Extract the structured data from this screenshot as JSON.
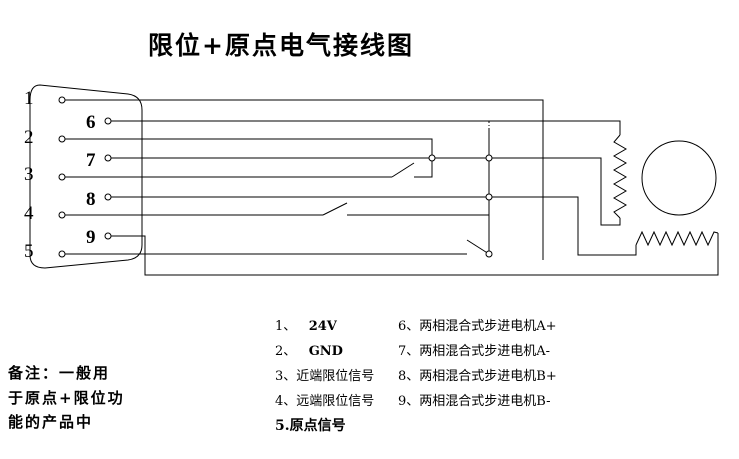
{
  "title": "限位+原点电气接线图",
  "connector": {
    "top_row": [
      "1",
      "2",
      "3",
      "4",
      "5"
    ],
    "bottom_row": [
      "6",
      "7",
      "8",
      "9"
    ]
  },
  "legend": {
    "left": [
      {
        "num": "1、",
        "text": "24V"
      },
      {
        "num": "2、",
        "text": "GND"
      },
      {
        "num": "3、",
        "text": "近端限位信号"
      },
      {
        "num": "4、",
        "text": "远端限位信号"
      },
      {
        "num": "5.",
        "text": "原点信号"
      }
    ],
    "right": [
      "6、两相混合式步进电机A+",
      "7、两相混合式步进电机A-",
      "8、两相混合式步进电机B+",
      "9、两相混合式步进电机B-"
    ]
  },
  "note": {
    "line1": "备注：一般用",
    "line2": "于原点+限位功",
    "line3": "能的产品中"
  }
}
